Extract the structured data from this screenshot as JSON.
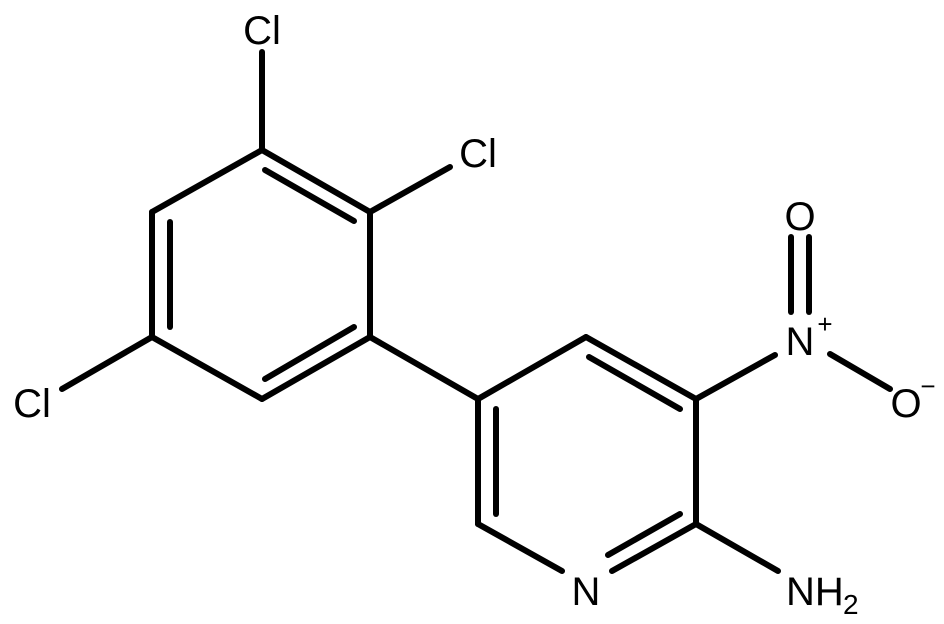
{
  "molecule": {
    "atoms": {
      "cl_top": "Cl",
      "cl_right": "Cl",
      "cl_left": "Cl",
      "nitro_o_top": "O",
      "nitro_n": "N",
      "nitro_n_charge": "+",
      "nitro_o_right": "O",
      "nitro_o_charge": "−",
      "ring_n": "N",
      "amine_nh": "NH",
      "amine_sub": "2"
    }
  }
}
